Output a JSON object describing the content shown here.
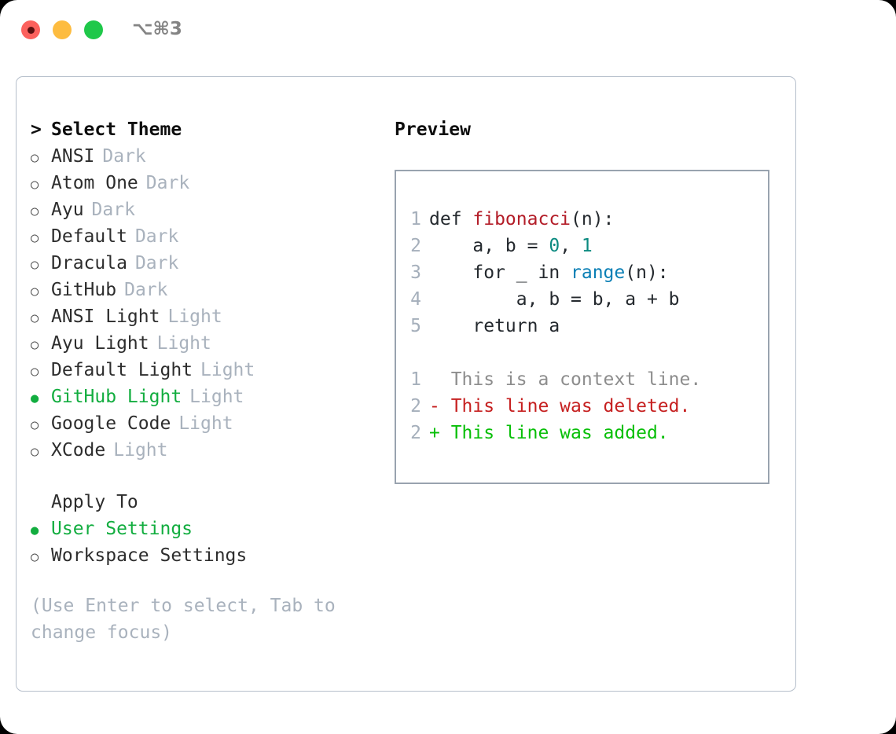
{
  "titlebar": {
    "shortcut": "⌥⌘3",
    "buttons": [
      {
        "name": "close",
        "color": "#fc615d"
      },
      {
        "name": "minimize",
        "color": "#fdbc40"
      },
      {
        "name": "maximize",
        "color": "#1fc84a"
      }
    ]
  },
  "theme_picker": {
    "heading": "Select Theme",
    "heading_marker": ">",
    "items": [
      {
        "label": "ANSI",
        "variant": "Dark",
        "selected": false,
        "marker": "○"
      },
      {
        "label": "Atom One",
        "variant": "Dark",
        "selected": false,
        "marker": "○"
      },
      {
        "label": "Ayu",
        "variant": "Dark",
        "selected": false,
        "marker": "○"
      },
      {
        "label": "Default",
        "variant": "Dark",
        "selected": false,
        "marker": "○"
      },
      {
        "label": "Dracula",
        "variant": "Dark",
        "selected": false,
        "marker": "○"
      },
      {
        "label": "GitHub",
        "variant": "Dark",
        "selected": false,
        "marker": "○"
      },
      {
        "label": "ANSI Light",
        "variant": "Light",
        "selected": false,
        "marker": "○"
      },
      {
        "label": "Ayu Light",
        "variant": "Light",
        "selected": false,
        "marker": "○"
      },
      {
        "label": "Default Light",
        "variant": "Light",
        "selected": false,
        "marker": "○"
      },
      {
        "label": "GitHub Light",
        "variant": "Light",
        "selected": true,
        "marker": "●"
      },
      {
        "label": "Google Code",
        "variant": "Light",
        "selected": false,
        "marker": "○"
      },
      {
        "label": "XCode",
        "variant": "Light",
        "selected": false,
        "marker": "○"
      }
    ]
  },
  "apply_to": {
    "heading": "Apply To",
    "options": [
      {
        "label": "User Settings",
        "selected": true,
        "marker": "●"
      },
      {
        "label": "Workspace Settings",
        "selected": false,
        "marker": "○"
      }
    ]
  },
  "hint": "(Use Enter to select, Tab to change focus)",
  "preview": {
    "heading": "Preview",
    "code_lines": [
      {
        "number": "1",
        "tokens": [
          {
            "text": "def ",
            "kind": "plain"
          },
          {
            "text": "fibonacci",
            "kind": "fn"
          },
          {
            "text": "(n):",
            "kind": "plain"
          }
        ]
      },
      {
        "number": "2",
        "tokens": [
          {
            "text": "    a, b = ",
            "kind": "plain"
          },
          {
            "text": "0",
            "kind": "num"
          },
          {
            "text": ", ",
            "kind": "plain"
          },
          {
            "text": "1",
            "kind": "num"
          }
        ]
      },
      {
        "number": "3",
        "tokens": [
          {
            "text": "    for _ in ",
            "kind": "plain"
          },
          {
            "text": "range",
            "kind": "builtin"
          },
          {
            "text": "(n):",
            "kind": "plain"
          }
        ]
      },
      {
        "number": "4",
        "tokens": [
          {
            "text": "        a, b = b, a + b",
            "kind": "plain"
          }
        ]
      },
      {
        "number": "5",
        "tokens": [
          {
            "text": "    return a",
            "kind": "plain"
          }
        ]
      }
    ],
    "diff_lines": [
      {
        "number": "1",
        "text": "  This is a context line.",
        "kind": "ctx"
      },
      {
        "number": "2",
        "text": "- This line was deleted.",
        "kind": "del"
      },
      {
        "number": "2",
        "text": "+ This line was added.",
        "kind": "add"
      }
    ]
  },
  "colors": {
    "selected_green": "#12ad3f",
    "variant_gray": "#a9b2bd",
    "diff_add": "#08bf08",
    "diff_del": "#c62020",
    "syntax_fn": "#b31d28",
    "syntax_builtin": "#0a7fb5",
    "syntax_num": "#0b8a80"
  }
}
